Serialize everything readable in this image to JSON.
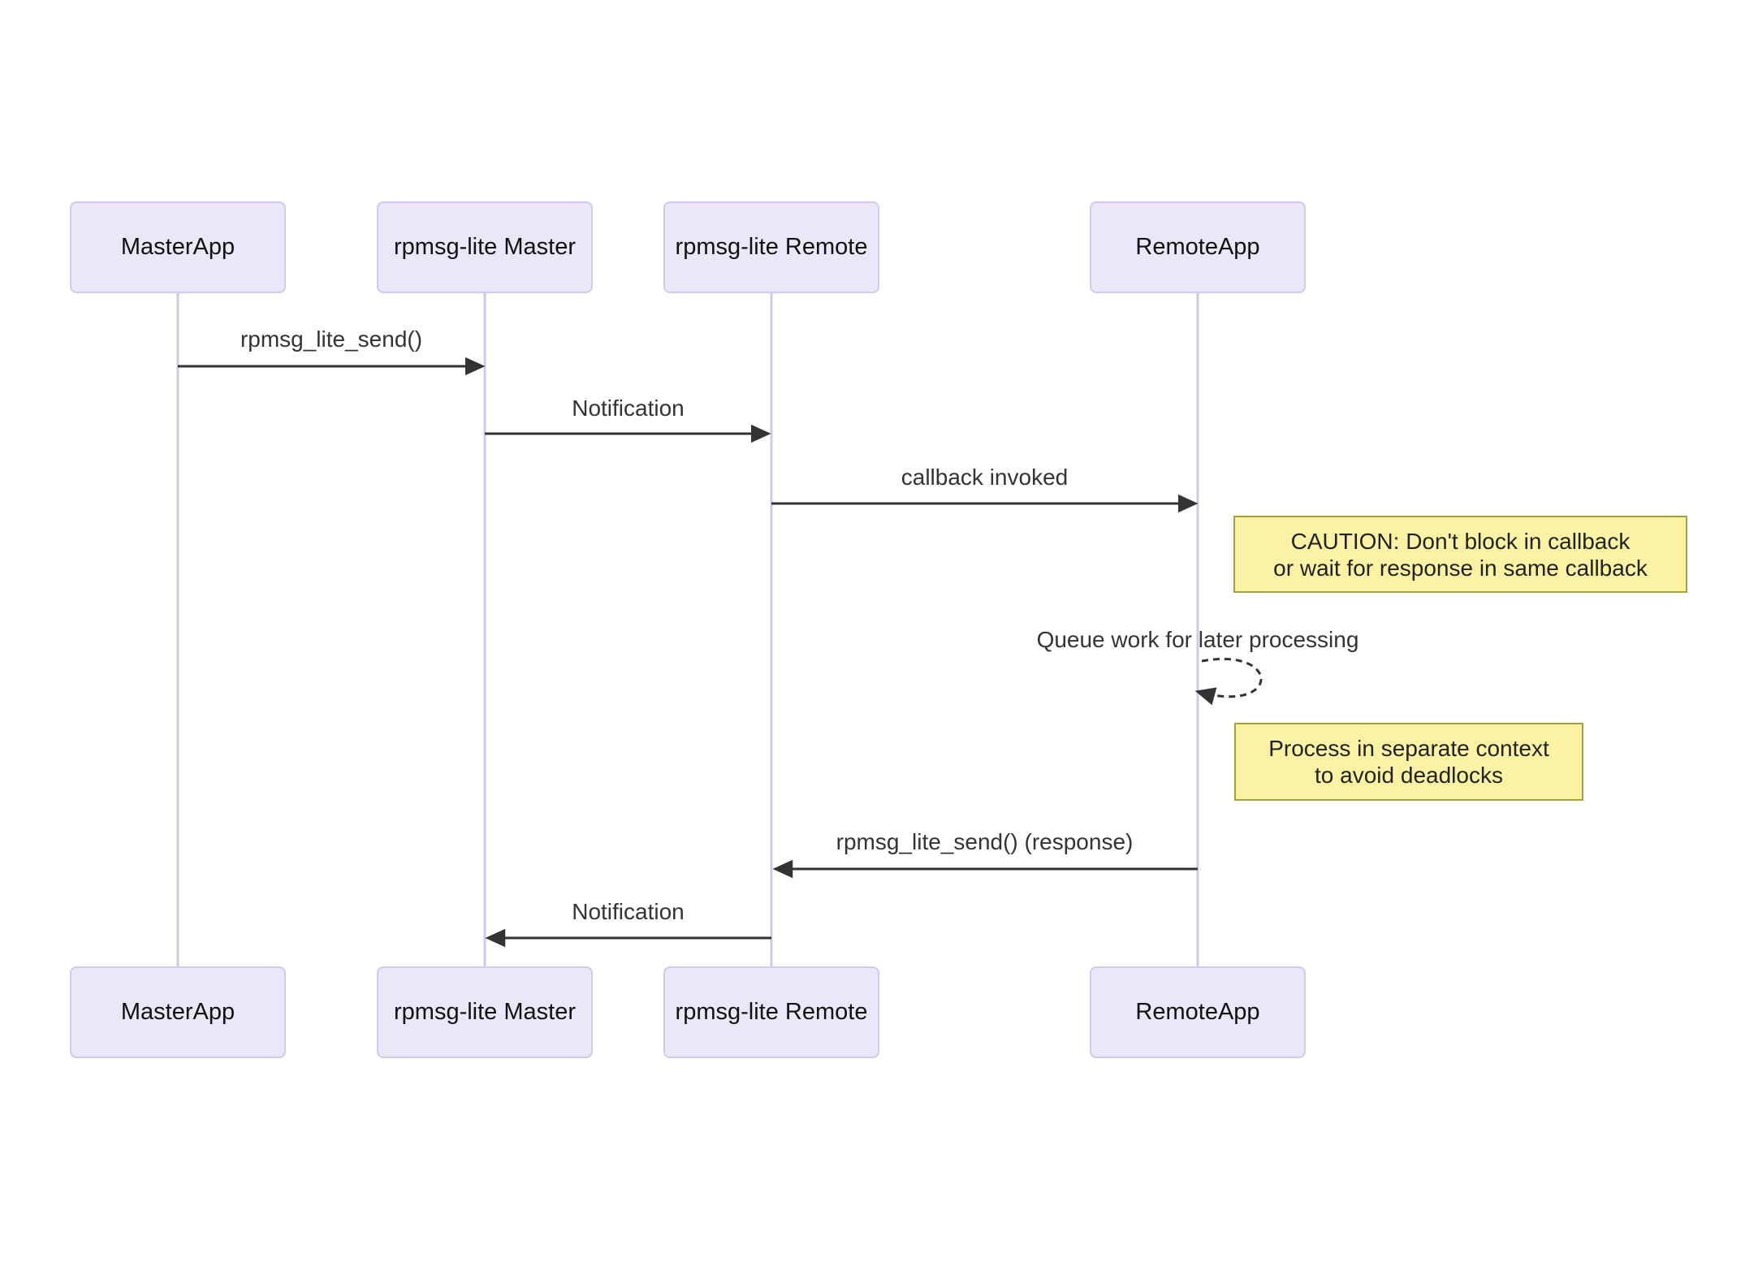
{
  "diagram": {
    "type": "sequence-diagram",
    "background": "#ffffff",
    "colors": {
      "actor_fill": "#EBE7F8",
      "actor_border": "#D3C8EE",
      "lifeline": "#D5C6EC",
      "arrow": "#333333",
      "message_text": "#333333",
      "note_fill": "#FBF3A3",
      "note_border": "#A2A239"
    },
    "participants": [
      {
        "label": "MasterApp"
      },
      {
        "label": "rpmsg-lite Master"
      },
      {
        "label": "rpmsg-lite Remote"
      },
      {
        "label": "RemoteApp"
      }
    ],
    "messages": [
      {
        "label": "rpmsg_lite_send()",
        "from": "MasterApp",
        "to": "rpmsg-lite Master",
        "line": "solid",
        "direction": "right"
      },
      {
        "label": "Notification",
        "from": "rpmsg-lite Master",
        "to": "rpmsg-lite Remote",
        "line": "solid",
        "direction": "right"
      },
      {
        "label": "callback invoked",
        "from": "rpmsg-lite Remote",
        "to": "RemoteApp",
        "line": "solid",
        "direction": "right"
      },
      {
        "label": "Queue work for later processing",
        "from": "RemoteApp",
        "to": "RemoteApp",
        "line": "dashed",
        "direction": "self"
      },
      {
        "label": "rpmsg_lite_send() (response)",
        "from": "RemoteApp",
        "to": "rpmsg-lite Remote",
        "line": "solid",
        "direction": "left"
      },
      {
        "label": "Notification",
        "from": "rpmsg-lite Remote",
        "to": "rpmsg-lite Master",
        "line": "solid",
        "direction": "left"
      }
    ],
    "notes": [
      {
        "attached_to": "RemoteApp",
        "lines": [
          "CAUTION: Don't block in callback",
          "or wait for response in same callback"
        ]
      },
      {
        "attached_to": "RemoteApp",
        "lines": [
          "Process in separate context",
          "to avoid deadlocks"
        ]
      }
    ]
  }
}
